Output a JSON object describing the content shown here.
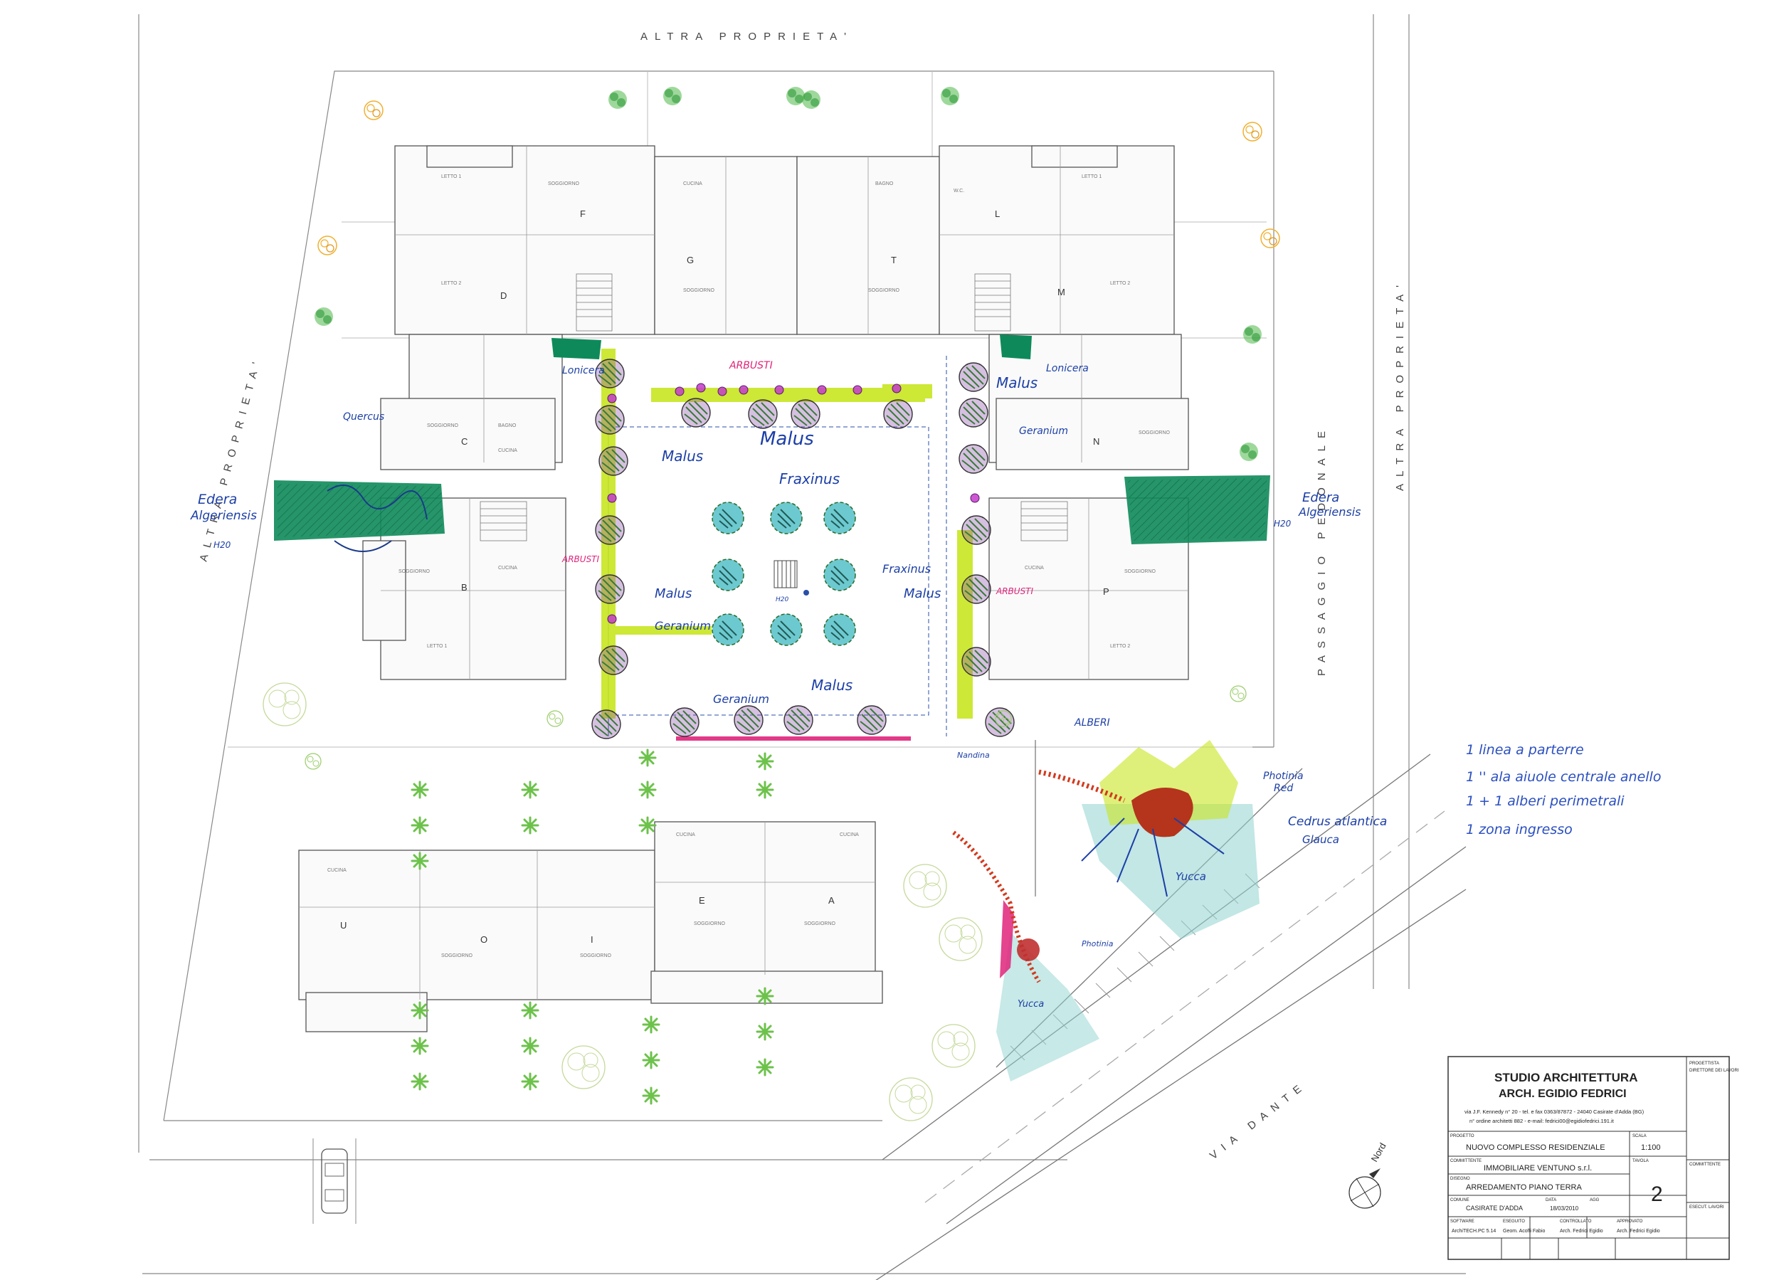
{
  "boundary_labels": {
    "top": "ALTRA PROPRIETA'",
    "left": "ALTRA PROPRIETA'",
    "right": "ALTRA PROPRIETA'",
    "path": "PASSAGGIO PEDONALE",
    "street": "VIA DANTE"
  },
  "units_north": [
    "F",
    "G",
    "T",
    "L"
  ],
  "units_west": [
    "D",
    "C",
    "B"
  ],
  "units_east": [
    "M",
    "N",
    "P"
  ],
  "units_south": [
    "U",
    "O",
    "I",
    "E",
    "A"
  ],
  "rooms": {
    "bed": "LETTO 1",
    "bed2": "LETTO 2",
    "living": "SOGGIORNO",
    "kitchen": "CUCINA",
    "bath": "BAGNO",
    "wc": "W.C."
  },
  "plant_labels": {
    "malus": "Malus",
    "fraxinus": "Fraxinus",
    "geranium": "Geranium",
    "lonicera": "Lonicera",
    "edera": "Edera",
    "algeriensis": "Algeriensis",
    "quercus": "Quercus",
    "photinia": "Photinia",
    "red": "Red",
    "cedrus": "Cedrus atlantica",
    "glauca": "Glauca",
    "yucca": "Yucca",
    "arbusti": "ARBUSTI",
    "alberi": "ALBERI",
    "nandina": "Nandina",
    "h20": "H20"
  },
  "notes": [
    "1 linea a parterre",
    "1  ''  ala aiuole centrale anello",
    "1 + 1  alberi perimetrali",
    "1 zona ingresso"
  ],
  "title_block": {
    "studio_line1": "STUDIO ARCHITETTURA",
    "studio_line2": "ARCH. EGIDIO FEDRICI",
    "address1": "via J.F. Kennedy n° 20 - tel. e fax 0363/87872 - 24040 Casirate d'Adda (BG)",
    "address2": "n° ordine architetti 882 - e-mail: fedrici00@egidiofedrici.191.it",
    "progettista_label": "PROGETTISTA",
    "direttore_label": "DIRETTORE DEI LAVORI",
    "progetto_label": "PROGETTO",
    "progetto": "NUOVO COMPLESSO RESIDENZIALE",
    "scala_label": "SCALA",
    "scala": "1:100",
    "committente_label": "COMMITTENTE",
    "committente": "IMMOBILIARE VENTUNO s.r.l.",
    "tavola_label": "TAVOLA",
    "disegno_label": "DISEGNO",
    "disegno": "ARREDAMENTO PIANO TERRA",
    "tavola": "2",
    "comune_label": "COMUNE",
    "comune": "CASIRATE D'ADDA",
    "data_label": "DATA",
    "data": "18/03/2010",
    "agg_label": "AGG",
    "esecut_label": "ESECUT. LAVORI",
    "software_label": "SOFTWARE",
    "software": "ArchiTECH.PC 5.14",
    "eseguito_label": "ESEGUITO",
    "eseguito": "Geom. Acoffi Fabio",
    "controllato_label": "CONTROLLATO",
    "controllato": "Arch. Fedrici Egidio",
    "approvato_label": "APPROVATO",
    "approvato": "Arch. Fedrici Egidio"
  },
  "north_label": "Nord",
  "colors": {
    "ivy_green": "#0e8a5a",
    "hedge_lime": "#c8e620",
    "tree_teal": "#2aa7b0",
    "tree_purple": "#7a2f8f",
    "accent_pink": "#e0237a",
    "ink_blue": "#1c3fa6",
    "tile_red": "#d23a1e",
    "yucca_teal": "#8fd3cf"
  }
}
